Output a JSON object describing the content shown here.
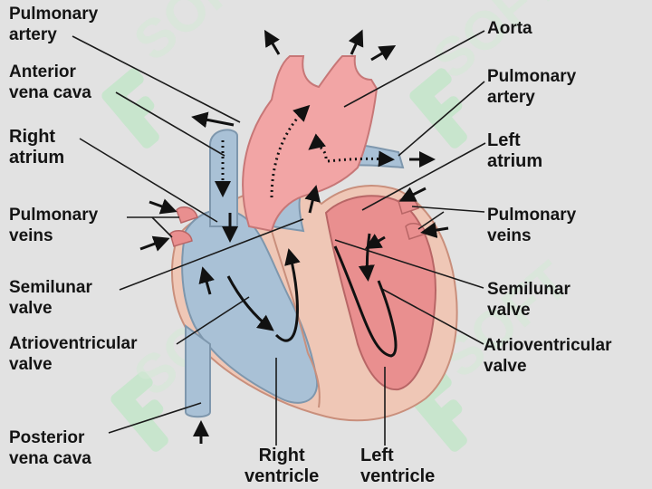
{
  "labels": {
    "pulmonary_artery_left": [
      "Pulmonary",
      "artery"
    ],
    "anterior_vena_cava": [
      "Anterior",
      "vena cava"
    ],
    "right_atrium": [
      "Right",
      "atrium"
    ],
    "pulmonary_veins_left": [
      "Pulmonary",
      "veins"
    ],
    "semilunar_valve_left": [
      "Semilunar",
      "valve"
    ],
    "av_valve_left": [
      "Atrioventricular",
      "valve"
    ],
    "posterior_vena_cava": [
      "Posterior",
      "vena cava"
    ],
    "right_ventricle": [
      "Right",
      "ventricle"
    ],
    "left_ventricle": [
      "Left",
      "ventricle"
    ],
    "aorta": [
      "Aorta"
    ],
    "pulmonary_artery_right": [
      "Pulmonary",
      "artery"
    ],
    "left_atrium": [
      "Left",
      "atrium"
    ],
    "pulmonary_veins_right": [
      "Pulmonary",
      "veins"
    ],
    "semilunar_valve_right": [
      "Semilunar",
      "valve"
    ],
    "av_valve_right": [
      "Atrioventricular",
      "valve"
    ]
  },
  "colors": {
    "background": "#e2e2e2",
    "deoxygenated_blue": "#a9c1d6",
    "oxygenated_red": "#e98f8f",
    "muscle": "#efc7b6",
    "label_text": "#141414",
    "leader_line": "#1a1a1a",
    "watermark": "#bfe6c6"
  },
  "watermark_text": "SOFT"
}
